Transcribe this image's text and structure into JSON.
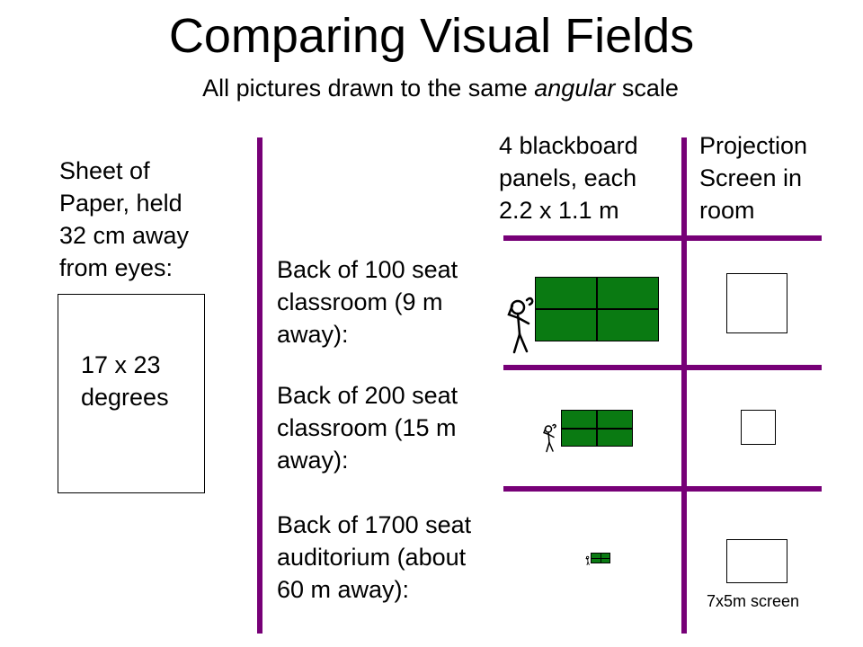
{
  "title": "Comparing Visual Fields",
  "subtitle": {
    "before": "All pictures drawn to the same ",
    "emph": "angular",
    "after": " scale"
  },
  "paper": {
    "label": "Sheet of\nPaper, held\n32 cm away\nfrom eyes:",
    "size_text": "17 x 23\ndegrees"
  },
  "headers": {
    "blackboard": "4 blackboard\npanels, each\n2.2 x 1.1 m",
    "projection": "Projection\nScreen in\nroom"
  },
  "rows": [
    {
      "label": "Back of 100 seat\nclassroom (9 m\naway):"
    },
    {
      "label": "Back of 200 seat\nclassroom (15 m\naway):"
    },
    {
      "label": "Back of 1700 seat\nauditorium (about\n60 m away):"
    }
  ],
  "screen_note": "7x5m screen",
  "colors": {
    "divider": "#770077",
    "panel_green": "#0a7a12"
  },
  "icons": [
    "stick-figure-icon"
  ]
}
